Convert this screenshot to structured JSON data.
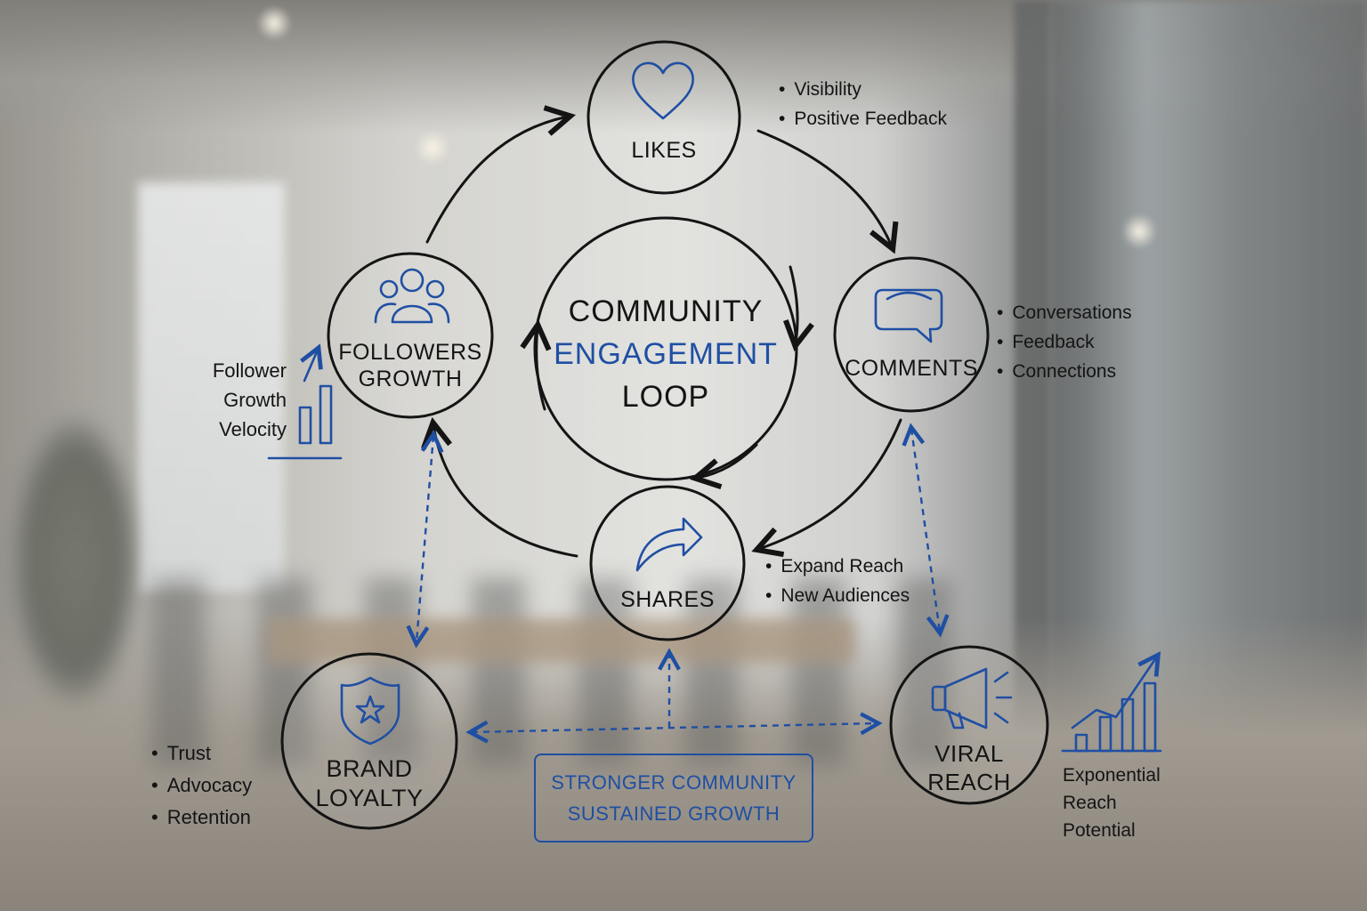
{
  "center": {
    "line1": "COMMUNITY",
    "line2": "ENGAGEMENT",
    "line3": "LOOP"
  },
  "nodes": {
    "likes": {
      "label": "LIKES",
      "icon": "heart-icon",
      "bullets": [
        "Visibility",
        "Positive Feedback"
      ]
    },
    "comments": {
      "label": "COMMENTS",
      "icon": "speech-bubble-icon",
      "bullets": [
        "Conversations",
        "Feedback",
        "Connections"
      ]
    },
    "shares": {
      "label": "SHARES",
      "icon": "share-arrow-icon",
      "bullets": [
        "Expand Reach",
        "New Audiences"
      ]
    },
    "followers": {
      "line1": "FOLLOWERS",
      "line2": "GROWTH",
      "icon": "people-group-icon",
      "note": [
        "Follower",
        "Growth",
        "Velocity"
      ],
      "note_icon": "growth-bars-icon"
    },
    "brand": {
      "line1": "BRAND",
      "line2": "LOYALTY",
      "icon": "shield-star-icon",
      "bullets": [
        "Trust",
        "Advocacy",
        "Retention"
      ]
    },
    "viral": {
      "line1": "VIRAL",
      "line2": "REACH",
      "icon": "megaphone-icon",
      "note": [
        "Exponential",
        "Reach",
        "Potential"
      ],
      "note_icon": "rising-chart-icon"
    }
  },
  "callout": {
    "line1": "STRONGER COMMUNITY",
    "line2": "SUSTAINED GROWTH"
  },
  "colors": {
    "ink": "#141414",
    "accent": "#1f4fa3"
  }
}
